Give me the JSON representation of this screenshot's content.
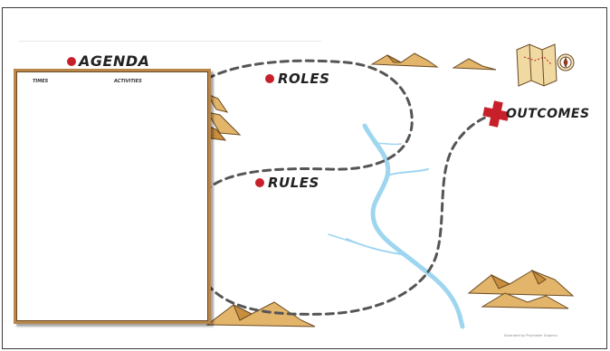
{
  "labels": {
    "agenda": "AGENDA",
    "roles": "ROLES",
    "rules": "RULES",
    "outcomes": "OUTCOMES"
  },
  "agenda_board": {
    "col_times": "TIMES",
    "col_activities": "ACTIVITIES"
  },
  "credit": "Illustrated by Playmaker Graphics   ",
  "colors": {
    "marker": "#c8202a",
    "path": "#555555",
    "river": "#8fd0ee",
    "mountain": "#e2b56a",
    "board_border": "#b8864a"
  },
  "icons": [
    "map-icon",
    "compass-icon",
    "cross-marker-icon"
  ]
}
